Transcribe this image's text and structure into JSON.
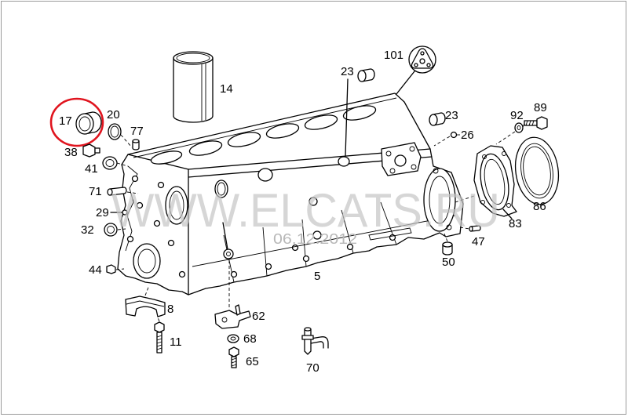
{
  "diagram": {
    "callouts": [
      {
        "id": "101"
      },
      {
        "id": "23"
      },
      {
        "id": "14"
      },
      {
        "id": "17",
        "highlighted": true
      },
      {
        "id": "20"
      },
      {
        "id": "77"
      },
      {
        "id": "38"
      },
      {
        "id": "41"
      },
      {
        "id": "71"
      },
      {
        "id": "29"
      },
      {
        "id": "32"
      },
      {
        "id": "44"
      },
      {
        "id": "8"
      },
      {
        "id": "11"
      },
      {
        "id": "62"
      },
      {
        "id": "68"
      },
      {
        "id": "65"
      },
      {
        "id": "70"
      },
      {
        "id": "5"
      },
      {
        "id": "50"
      },
      {
        "id": "47"
      },
      {
        "id": "83"
      },
      {
        "id": "86"
      },
      {
        "id": "92"
      },
      {
        "id": "89"
      },
      {
        "id": "23"
      },
      {
        "id": "26"
      }
    ],
    "watermark": "WWW.ELCATS.RU",
    "date_stamp": "06.12.2012",
    "colors": {
      "line": "#000000",
      "highlight": "#e0141e",
      "watermark": "#c4c4c4",
      "date": "#b8b8b8",
      "frame": "#9a9a9a"
    }
  }
}
